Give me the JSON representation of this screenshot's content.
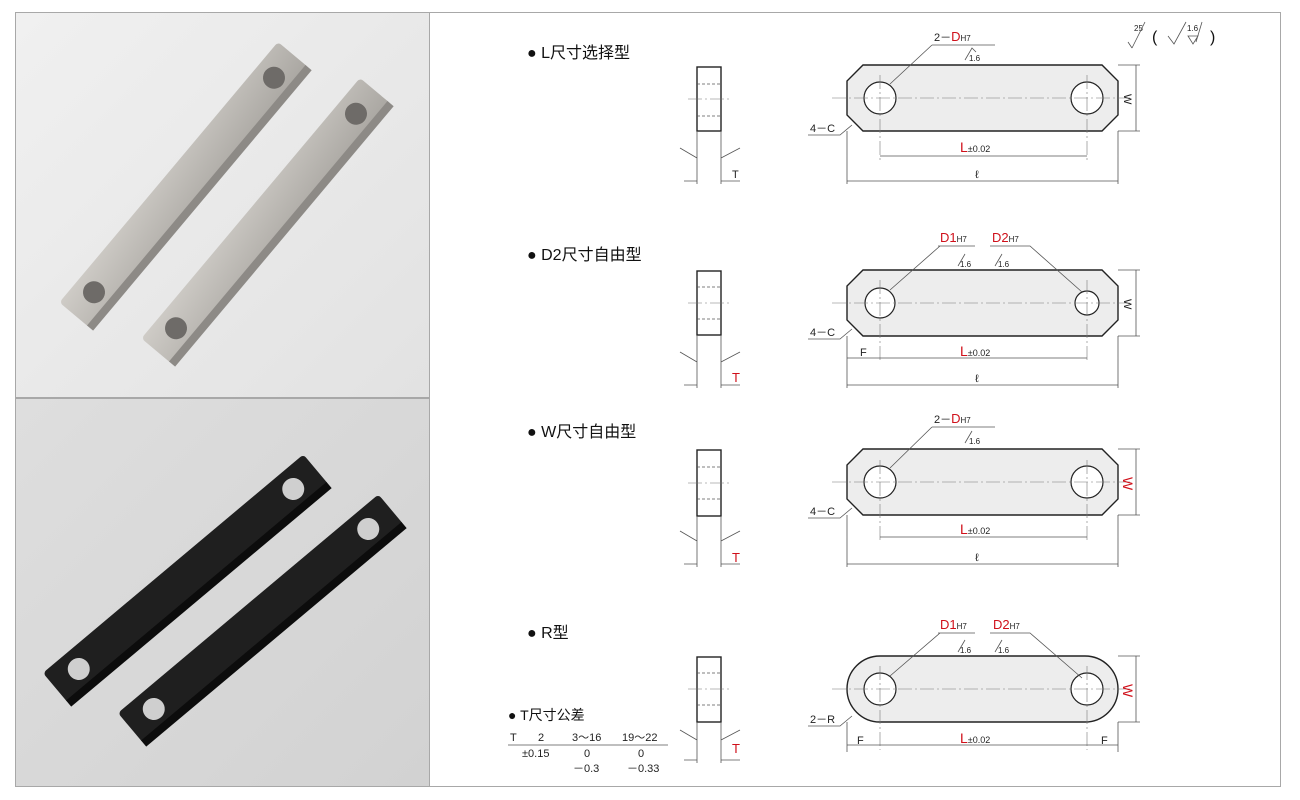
{
  "sections": [
    {
      "title": "L尺寸选择型",
      "hole_label": "2－D",
      "tol": "H7",
      "rough": "1.6",
      "chamfer": "4－C",
      "L": "L",
      "L_tol": "±0.02",
      "ell": "ℓ",
      "W": "W",
      "T": "T"
    },
    {
      "title": "D2尺寸自由型",
      "d1": "D1",
      "d2": "D2",
      "tol": "H7",
      "rough": "1.6",
      "chamfer": "4－C",
      "F": "F",
      "L": "L",
      "L_tol": "±0.02",
      "ell": "ℓ",
      "W": "W",
      "T": "T"
    },
    {
      "title": "W尺寸自由型",
      "hole_label": "2－D",
      "tol": "H7",
      "rough": "1.6",
      "chamfer": "4－C",
      "L": "L",
      "L_tol": "±0.02",
      "ell": "ℓ",
      "W": "W",
      "T": "T"
    },
    {
      "title": "R型",
      "d1": "D1",
      "d2": "D2",
      "tol": "H7",
      "rough": "1.6",
      "radius": "2－R",
      "F": "F",
      "L": "L",
      "L_tol": "±0.02",
      "W": "W",
      "T": "T"
    }
  ],
  "roughness": {
    "main": "25",
    "paren_open": "(",
    "inner": "1.6",
    "paren_close": ")"
  },
  "t_tolerance": {
    "title": "T尺寸公差",
    "header": [
      "T",
      "2",
      "3～16",
      "19～22"
    ],
    "upper": [
      "",
      "±0.15",
      "0",
      "0"
    ],
    "lower": [
      "",
      "",
      "－0.3",
      "－0.33"
    ]
  },
  "colors": {
    "accent": "#d0101a",
    "plate_silver": "#b8b5b0",
    "plate_black": "#1a1a1a"
  }
}
